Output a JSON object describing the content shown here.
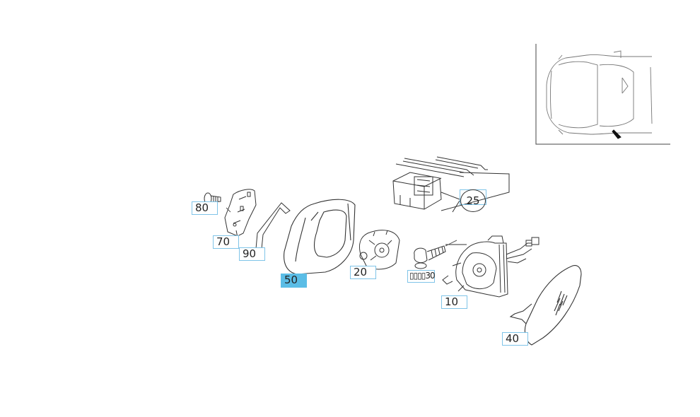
{
  "callouts": {
    "p80": "80",
    "p70": "70",
    "p90": "90",
    "p50": "50",
    "p20": "20",
    "p30": "30",
    "p10": "10",
    "p25": "25",
    "p40": "40"
  },
  "selected_part": "50",
  "colors": {
    "callout_border": "#7fc4e8",
    "selected_fill": "#5bbde6",
    "line_art": "#333333"
  },
  "icons": {
    "locator": "car-top-view-icon"
  }
}
